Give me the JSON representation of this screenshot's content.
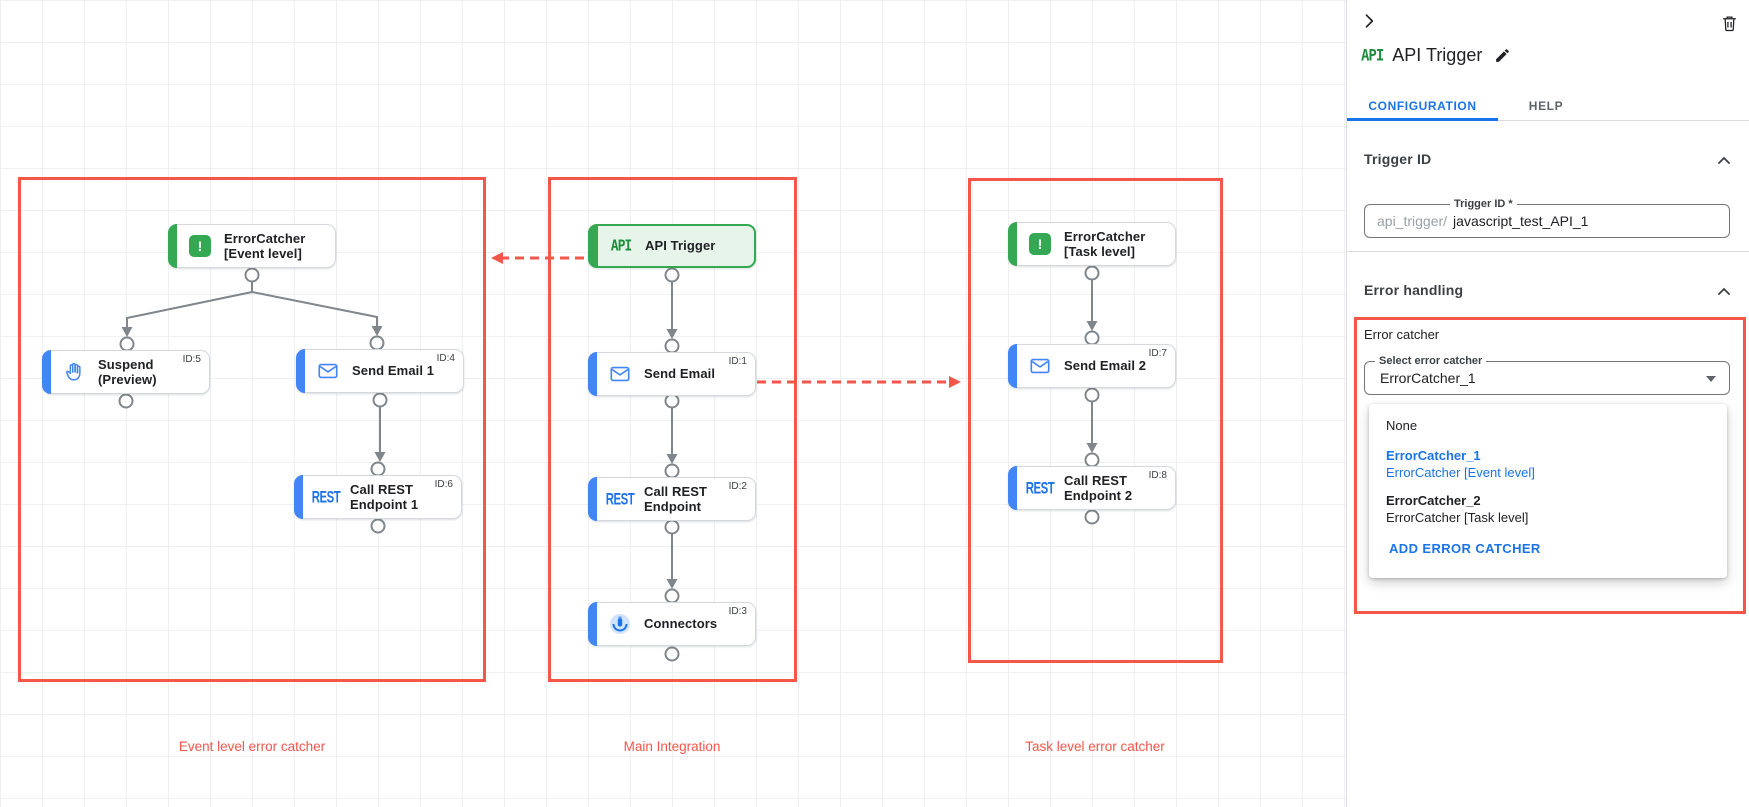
{
  "colors": {
    "annotation_red": "#f4564a",
    "node_blue": "#4285f4",
    "node_green": "#34a853",
    "link_blue": "#1a73e8",
    "edge_gray": "#80868b",
    "status_dot_red": "#e94235"
  },
  "icons": {
    "error_glyph": "!"
  },
  "canvas": {
    "groups": [
      {
        "label": "Event level error catcher"
      },
      {
        "label": "Main Integration"
      },
      {
        "label": "Task level error catcher"
      }
    ],
    "nodes": [
      {
        "line1": "ErrorCatcher",
        "line2": "[Event level]",
        "id_badge": "",
        "icon": "error-catcher-icon"
      },
      {
        "line1": "Suspend",
        "line2": "(Preview)",
        "id_badge": "ID:5",
        "icon": "hand-icon"
      },
      {
        "line1": "Send Email 1",
        "line2": "",
        "id_badge": "ID:4",
        "icon": "mail-icon"
      },
      {
        "line1": "Call REST",
        "line2": "Endpoint 1",
        "id_badge": "ID:6",
        "icon": "rest-icon",
        "icon_text": "REST"
      },
      {
        "line1": "API Trigger",
        "line2": "",
        "id_badge": "",
        "icon": "api-icon",
        "icon_text": "API"
      },
      {
        "line1": "Send Email",
        "line2": "",
        "id_badge": "ID:1",
        "icon": "mail-icon"
      },
      {
        "line1": "Call REST",
        "line2": "Endpoint",
        "id_badge": "ID:2",
        "icon": "rest-icon",
        "icon_text": "REST"
      },
      {
        "line1": "Connectors",
        "line2": "",
        "id_badge": "ID:3",
        "icon": "connectors-icon"
      },
      {
        "line1": "ErrorCatcher",
        "line2": "[Task level]",
        "id_badge": "",
        "icon": "error-catcher-icon"
      },
      {
        "line1": "Send Email 2",
        "line2": "",
        "id_badge": "ID:7",
        "icon": "mail-icon"
      },
      {
        "line1": "Call REST",
        "line2": "Endpoint 2",
        "id_badge": "ID:8",
        "icon": "rest-icon",
        "icon_text": "REST"
      }
    ]
  },
  "panel": {
    "header": {
      "icon_label": "API",
      "title": "API Trigger"
    },
    "tabs": [
      {
        "label": "CONFIGURATION"
      },
      {
        "label": "HELP"
      }
    ],
    "trigger_id": {
      "section_title": "Trigger ID",
      "field_label": "Trigger ID *",
      "prefix": "api_trigger/",
      "value": "javascript_test_API_1"
    },
    "error_handling": {
      "section_title": "Error handling",
      "group_label": "Error catcher",
      "select_label": "Select error catcher",
      "select_value": "ErrorCatcher_1",
      "menu": {
        "none": "None",
        "options": [
          {
            "name": "ErrorCatcher_1",
            "desc": "ErrorCatcher [Event level]"
          },
          {
            "name": "ErrorCatcher_2",
            "desc": "ErrorCatcher [Task level]"
          }
        ],
        "add_label": "ADD ERROR CATCHER"
      }
    }
  }
}
